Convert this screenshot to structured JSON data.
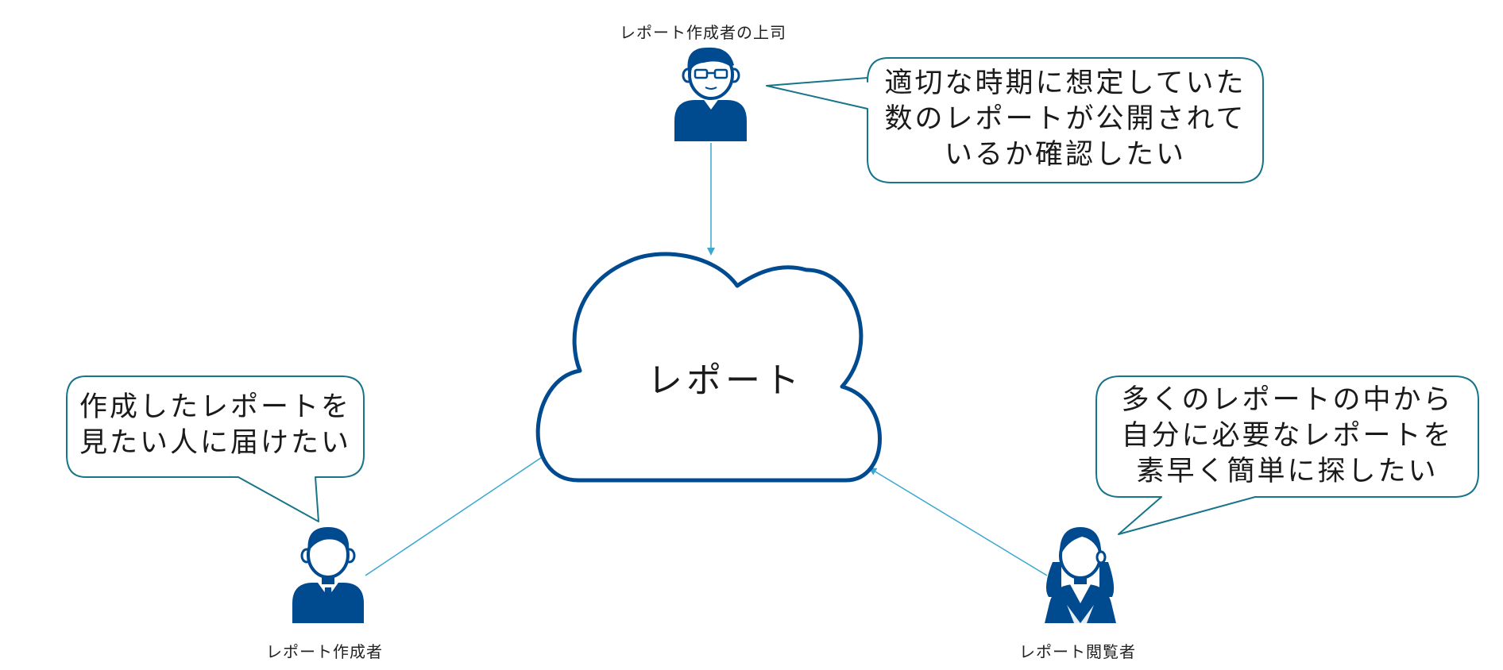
{
  "colors": {
    "primary": "#004a8f",
    "bubble_border": "#17758a",
    "connector": "#3aa8cf"
  },
  "roles": {
    "supervisor": {
      "label": "レポート作成者の上司",
      "icon": "man-with-glasses-icon",
      "speech_lines": [
        "適切な時期に想定していた",
        "数のレポートが公開されて",
        "いるか確認したい"
      ]
    },
    "author": {
      "label": "レポート作成者",
      "icon": "businessman-icon",
      "speech_lines": [
        "作成したレポートを",
        "見たい人に届けたい"
      ]
    },
    "viewer": {
      "label": "レポート閲覧者",
      "icon": "businesswoman-icon",
      "speech_lines": [
        "多くのレポートの中から",
        "自分に必要なレポートを",
        "素早く簡単に探したい"
      ]
    }
  },
  "center": {
    "label": "レポート",
    "icon": "cloud-icon"
  }
}
